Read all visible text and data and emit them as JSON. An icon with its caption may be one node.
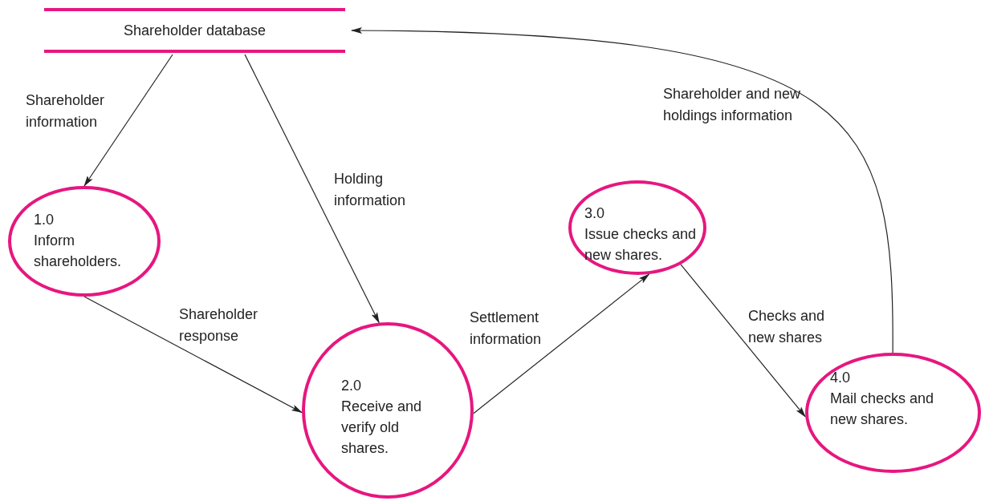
{
  "diagram": {
    "nodes": [
      {
        "text": [
          "Shareholder database"
        ]
      },
      {
        "text": [
          "1.0",
          "Inform shareholders."
        ]
      },
      {
        "text": [
          "2.0",
          "Receive and verify old shares."
        ]
      },
      {
        "text": [
          "3.0",
          "Issue checks and new shares."
        ]
      },
      {
        "text": [
          "4.0",
          "Mail checks and new shares."
        ]
      }
    ],
    "edges": [
      {
        "from": 0,
        "to": 1,
        "arrow": "to",
        "label": "Shareholder information"
      },
      {
        "from": 0,
        "to": 2,
        "arrow": "to",
        "label": "Holding information"
      },
      {
        "from": 1,
        "to": 2,
        "arrow": "to",
        "label": "Shareholder response"
      },
      {
        "from": 2,
        "to": 3,
        "arrow": "to",
        "label": "Settlement information"
      },
      {
        "from": 3,
        "to": 4,
        "arrow": "to",
        "label": "Checks and new shares"
      },
      {
        "from": 4,
        "to": 0,
        "arrow": "to",
        "label": "Shareholder and new holdings information"
      }
    ]
  }
}
